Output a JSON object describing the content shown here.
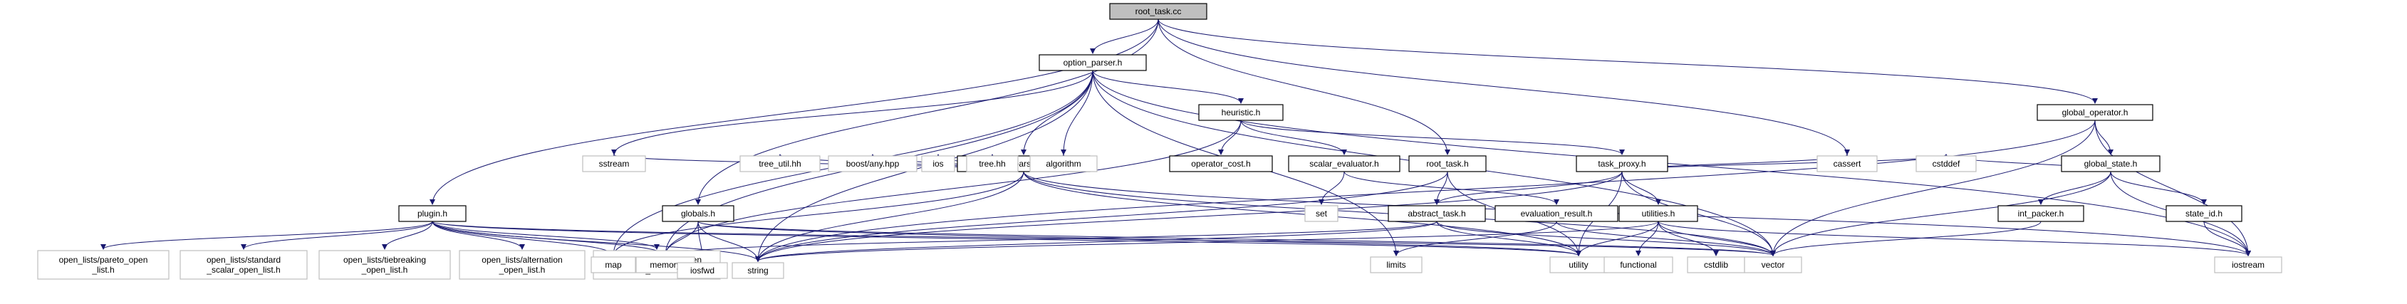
{
  "title": "root_task.cc",
  "nodes": [
    {
      "id": "root_task_cc",
      "label": "root_task.cc",
      "kind": "root"
    },
    {
      "id": "option_parser_h",
      "label": "option_parser.h",
      "kind": "file"
    },
    {
      "id": "global_operator_h",
      "label": "global_operator.h",
      "kind": "file"
    },
    {
      "id": "heuristic_h",
      "label": "heuristic.h",
      "kind": "file"
    },
    {
      "id": "option_parser_util_h",
      "label": "option_parser_util.h",
      "kind": "file"
    },
    {
      "id": "operator_cost_h",
      "label": "operator_cost.h",
      "kind": "file"
    },
    {
      "id": "scalar_evaluator_h",
      "label": "scalar_evaluator.h",
      "kind": "file"
    },
    {
      "id": "root_task_h",
      "label": "root_task.h",
      "kind": "file"
    },
    {
      "id": "task_proxy_h",
      "label": "task_proxy.h",
      "kind": "file"
    },
    {
      "id": "global_state_h",
      "label": "global_state.h",
      "kind": "file"
    },
    {
      "id": "plugin_h",
      "label": "plugin.h",
      "kind": "file"
    },
    {
      "id": "globals_h",
      "label": "globals.h",
      "kind": "file"
    },
    {
      "id": "abstract_task_h",
      "label": "abstract_task.h",
      "kind": "file"
    },
    {
      "id": "evaluation_result_h",
      "label": "evaluation_result.h",
      "kind": "file"
    },
    {
      "id": "utilities_h",
      "label": "utilities.h",
      "kind": "file"
    },
    {
      "id": "int_packer_h",
      "label": "int_packer.h",
      "kind": "file"
    },
    {
      "id": "state_id_h",
      "label": "state_id.h",
      "kind": "file"
    },
    {
      "id": "sstream",
      "label": "sstream",
      "kind": "sys"
    },
    {
      "id": "tree_util_hh",
      "label": "tree_util.hh",
      "kind": "sys"
    },
    {
      "id": "boost_any_hpp",
      "label": "boost/any.hpp",
      "kind": "sys"
    },
    {
      "id": "ios",
      "label": "ios",
      "kind": "sys"
    },
    {
      "id": "tree_hh",
      "label": "tree.hh",
      "kind": "sys"
    },
    {
      "id": "algorithm",
      "label": "algorithm",
      "kind": "sys"
    },
    {
      "id": "set",
      "label": "set",
      "kind": "sys"
    },
    {
      "id": "cassert",
      "label": "cassert",
      "kind": "sys"
    },
    {
      "id": "cstddef",
      "label": "cstddef",
      "kind": "sys"
    },
    {
      "id": "pareto",
      "label": [
        "open_lists/pareto_open",
        "_list.h"
      ],
      "kind": "sys"
    },
    {
      "id": "standard_scalar",
      "label": [
        "open_lists/standard",
        "_scalar_open_list.h"
      ],
      "kind": "sys"
    },
    {
      "id": "tiebreaking",
      "label": [
        "open_lists/tiebreaking",
        "_open_list.h"
      ],
      "kind": "sys"
    },
    {
      "id": "alternation",
      "label": [
        "open_lists/alternation",
        "_open_list.h"
      ],
      "kind": "sys"
    },
    {
      "id": "bucket",
      "label": [
        "open_lists/bucket_open",
        "_list.h"
      ],
      "kind": "sys"
    },
    {
      "id": "map",
      "label": "map",
      "kind": "sys"
    },
    {
      "id": "memory",
      "label": "memory",
      "kind": "sys"
    },
    {
      "id": "iosfwd",
      "label": "iosfwd",
      "kind": "sys"
    },
    {
      "id": "string",
      "label": "string",
      "kind": "sys"
    },
    {
      "id": "limits",
      "label": "limits",
      "kind": "sys"
    },
    {
      "id": "utility",
      "label": "utility",
      "kind": "sys"
    },
    {
      "id": "functional",
      "label": "functional",
      "kind": "sys"
    },
    {
      "id": "cstdlib",
      "label": "cstdlib",
      "kind": "sys"
    },
    {
      "id": "vector",
      "label": "vector",
      "kind": "sys"
    },
    {
      "id": "iostream",
      "label": "iostream",
      "kind": "sys"
    }
  ],
  "edges": [
    [
      "root_task_cc",
      "option_parser_h"
    ],
    [
      "root_task_cc",
      "plugin_h"
    ],
    [
      "root_task_cc",
      "globals_h"
    ],
    [
      "root_task_cc",
      "root_task_h"
    ],
    [
      "root_task_cc",
      "global_operator_h"
    ],
    [
      "root_task_cc",
      "cassert"
    ],
    [
      "option_parser_h",
      "heuristic_h"
    ],
    [
      "option_parser_h",
      "option_parser_util_h"
    ],
    [
      "option_parser_h",
      "algorithm"
    ],
    [
      "option_parser_h",
      "string"
    ],
    [
      "option_parser_h",
      "limits"
    ],
    [
      "option_parser_h",
      "vector"
    ],
    [
      "option_parser_h",
      "iostream"
    ],
    [
      "option_parser_h",
      "map"
    ],
    [
      "option_parser_h",
      "memory"
    ],
    [
      "option_parser_h",
      "sstream"
    ],
    [
      "heuristic_h",
      "operator_cost_h"
    ],
    [
      "heuristic_h",
      "scalar_evaluator_h"
    ],
    [
      "heuristic_h",
      "task_proxy_h"
    ],
    [
      "heuristic_h",
      "memory"
    ],
    [
      "option_parser_util_h",
      "sstream"
    ],
    [
      "option_parser_util_h",
      "tree_util_hh"
    ],
    [
      "option_parser_util_h",
      "boost_any_hpp"
    ],
    [
      "option_parser_util_h",
      "ios"
    ],
    [
      "option_parser_util_h",
      "tree_hh"
    ],
    [
      "option_parser_util_h",
      "algorithm"
    ],
    [
      "option_parser_util_h",
      "string"
    ],
    [
      "option_parser_util_h",
      "map"
    ],
    [
      "option_parser_util_h",
      "utility"
    ],
    [
      "option_parser_util_h",
      "vector"
    ],
    [
      "option_parser_util_h",
      "iostream"
    ],
    [
      "scalar_evaluator_h",
      "set"
    ],
    [
      "scalar_evaluator_h",
      "evaluation_result_h"
    ],
    [
      "root_task_h",
      "abstract_task_h"
    ],
    [
      "root_task_h",
      "string"
    ],
    [
      "root_task_h",
      "utility"
    ],
    [
      "task_proxy_h",
      "abstract_task_h"
    ],
    [
      "task_proxy_h",
      "utilities_h"
    ],
    [
      "task_proxy_h",
      "cassert"
    ],
    [
      "task_proxy_h",
      "cstddef"
    ],
    [
      "task_proxy_h",
      "string"
    ],
    [
      "task_proxy_h",
      "utility"
    ],
    [
      "task_proxy_h",
      "vector"
    ],
    [
      "global_operator_h",
      "global_state_h"
    ],
    [
      "global_operator_h",
      "string"
    ],
    [
      "global_operator_h",
      "vector"
    ],
    [
      "global_operator_h",
      "iostream"
    ],
    [
      "global_state_h",
      "int_packer_h"
    ],
    [
      "global_state_h",
      "state_id_h"
    ],
    [
      "global_state_h",
      "cstddef"
    ],
    [
      "global_state_h",
      "iostream"
    ],
    [
      "global_state_h",
      "vector"
    ],
    [
      "int_packer_h",
      "vector"
    ],
    [
      "state_id_h",
      "iostream"
    ],
    [
      "plugin_h",
      "pareto"
    ],
    [
      "plugin_h",
      "standard_scalar"
    ],
    [
      "plugin_h",
      "tiebreaking"
    ],
    [
      "plugin_h",
      "alternation"
    ],
    [
      "plugin_h",
      "bucket"
    ],
    [
      "plugin_h",
      "map"
    ],
    [
      "plugin_h",
      "memory"
    ],
    [
      "plugin_h",
      "string"
    ],
    [
      "plugin_h",
      "vector"
    ],
    [
      "plugin_h",
      "utility"
    ],
    [
      "globals_h",
      "memory"
    ],
    [
      "globals_h",
      "iosfwd"
    ],
    [
      "globals_h",
      "string"
    ],
    [
      "globals_h",
      "utility"
    ],
    [
      "globals_h",
      "vector"
    ],
    [
      "abstract_task_h",
      "string"
    ],
    [
      "abstract_task_h",
      "utility"
    ],
    [
      "abstract_task_h",
      "vector"
    ],
    [
      "abstract_task_h",
      "memory"
    ],
    [
      "evaluation_result_h",
      "limits"
    ],
    [
      "evaluation_result_h",
      "vector"
    ],
    [
      "utilities_h",
      "functional"
    ],
    [
      "utilities_h",
      "cstdlib"
    ],
    [
      "utilities_h",
      "utility"
    ],
    [
      "utilities_h",
      "vector"
    ],
    [
      "utilities_h",
      "iostream"
    ],
    [
      "utilities_h",
      "string"
    ]
  ]
}
